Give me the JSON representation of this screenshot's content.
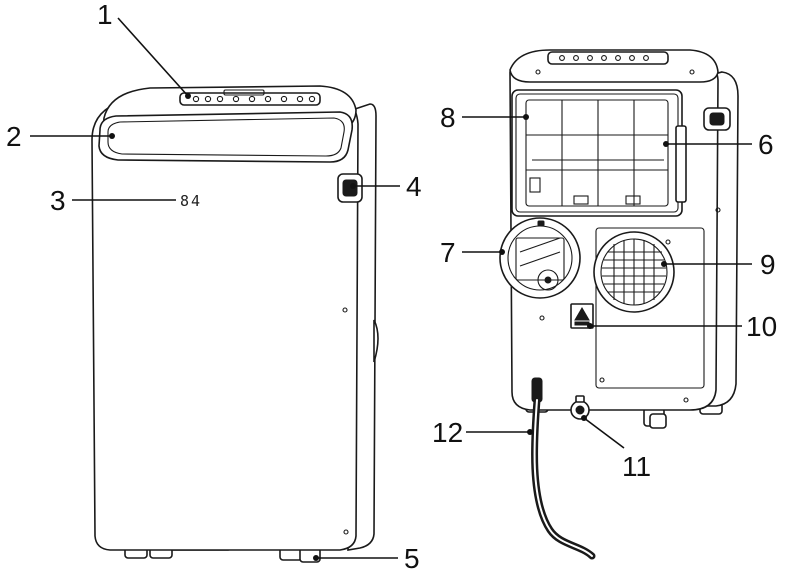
{
  "front_unit": {
    "display_readout": "84"
  },
  "callouts": [
    {
      "id": "1",
      "label": "1"
    },
    {
      "id": "2",
      "label": "2"
    },
    {
      "id": "3",
      "label": "3"
    },
    {
      "id": "4",
      "label": "4"
    },
    {
      "id": "5",
      "label": "5"
    },
    {
      "id": "6",
      "label": "6"
    },
    {
      "id": "7",
      "label": "7"
    },
    {
      "id": "8",
      "label": "8"
    },
    {
      "id": "9",
      "label": "9"
    },
    {
      "id": "10",
      "label": "10"
    },
    {
      "id": "11",
      "label": "11"
    },
    {
      "id": "12",
      "label": "12"
    }
  ],
  "colors": {
    "line": "#1a1a1a",
    "background": "#ffffff"
  }
}
